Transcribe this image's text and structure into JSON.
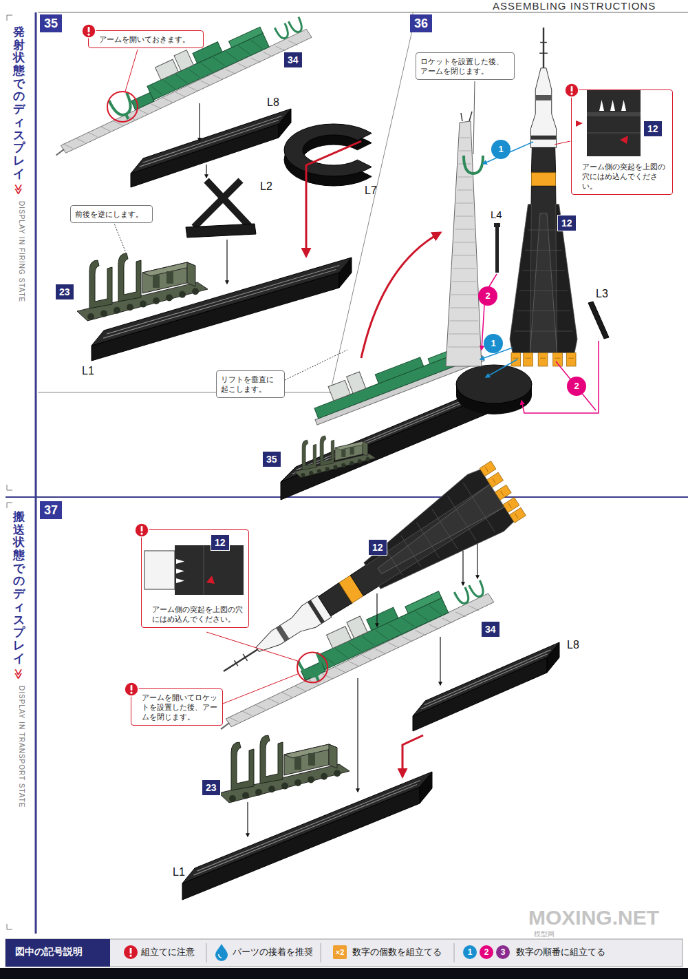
{
  "diagram": {
    "nodes": [
      {
        "text": [
          "35"
        ]
      },
      {
        "text": [
          "アームを開いておきます。"
        ]
      },
      {
        "text": [
          "34"
        ]
      },
      {
        "text": [
          "前後を逆にします。"
        ]
      },
      {
        "text": [
          "23"
        ]
      },
      {
        "text": [
          "36"
        ]
      },
      {
        "text": [
          "ロケットを設置した後、アームを閉じます。"
        ]
      },
      {
        "text": [
          "アーム側の突起を上図の穴にはめ込んでください。"
        ]
      },
      {
        "text": [
          "12"
        ],
        "in": 7
      },
      {
        "text": [
          "12"
        ]
      },
      {
        "text": [
          "1"
        ]
      },
      {
        "text": [
          "2"
        ]
      },
      {
        "text": [
          "1"
        ]
      },
      {
        "text": [
          "2"
        ]
      },
      {
        "text": [
          "リフトを垂直に起こします。"
        ]
      },
      {
        "text": [
          "35"
        ]
      },
      {
        "text": [
          "37"
        ]
      },
      {
        "text": [
          "アーム側の突起を上図の穴にはめ込んでください。"
        ]
      },
      {
        "text": [
          "12"
        ],
        "in": 17
      },
      {
        "text": [
          "12"
        ]
      },
      {
        "text": [
          "34"
        ]
      },
      {
        "text": [
          "アームを開いてロケットを設置した後、アームを閉じます。"
        ]
      },
      {
        "text": [
          "23"
        ]
      }
    ],
    "labels": [
      "ASSEMBLING INSTRUCTIONS",
      "発射状態でのディスプレイ",
      "≫",
      "DISPLAY IN FIRING STATE",
      "L8",
      "L2",
      "L7",
      "L1",
      "L4",
      "L3",
      "搬送状態でのディスプレイ",
      "≫",
      "DISPLAY IN TRANSPORT STATE",
      "L8",
      "L1",
      "図中の記号説明",
      "×2",
      "1",
      "2",
      "3",
      "MOXING.NET",
      "模型网"
    ],
    "legend": [
      {
        "text": "組立てに注意",
        "color": "#d7182a"
      },
      {
        "text": "パーツの接着を推奨",
        "color": "#1a8fd0"
      },
      {
        "text": "数字の個数を組立てる",
        "color": "#f0a030"
      },
      {
        "text": "数字の順番に組立てる"
      }
    ]
  }
}
